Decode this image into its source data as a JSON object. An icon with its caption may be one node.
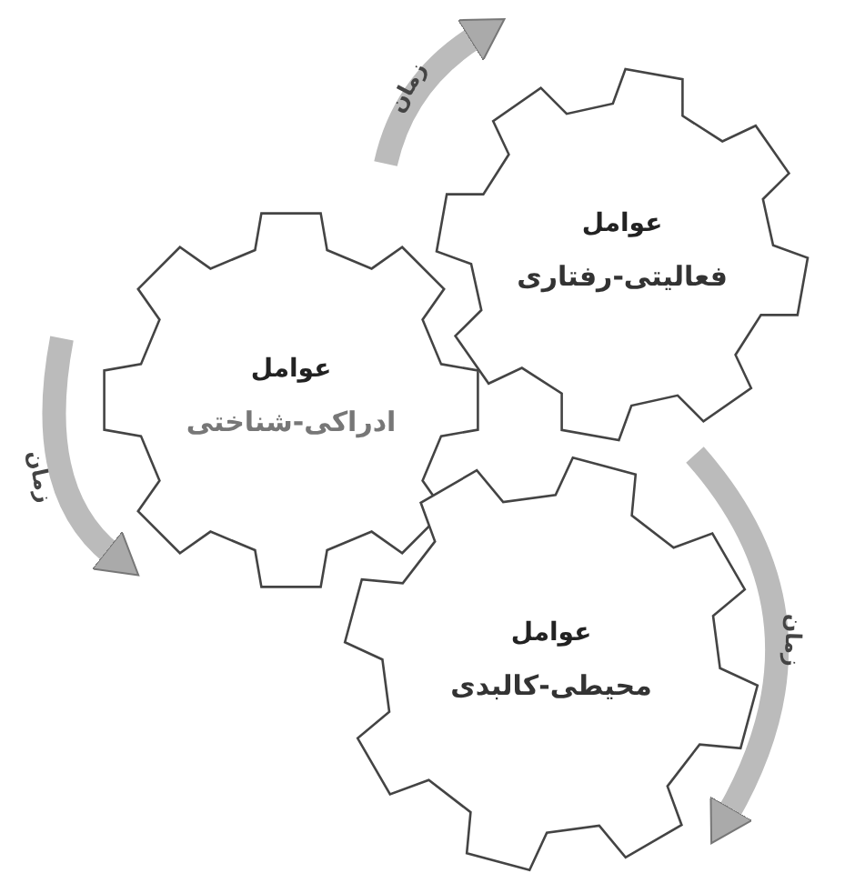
{
  "diagram": {
    "nodes": [
      {
        "text": [
          "عوامل",
          "فعالیتی-رفتاری"
        ]
      },
      {
        "text": [
          "عوامل",
          "ادراکی-شناختی"
        ]
      },
      {
        "text": [
          "عوامل",
          "محیطی-کالبدی"
        ]
      }
    ],
    "labels": [
      "زمان",
      "زمان",
      "زمان"
    ]
  }
}
